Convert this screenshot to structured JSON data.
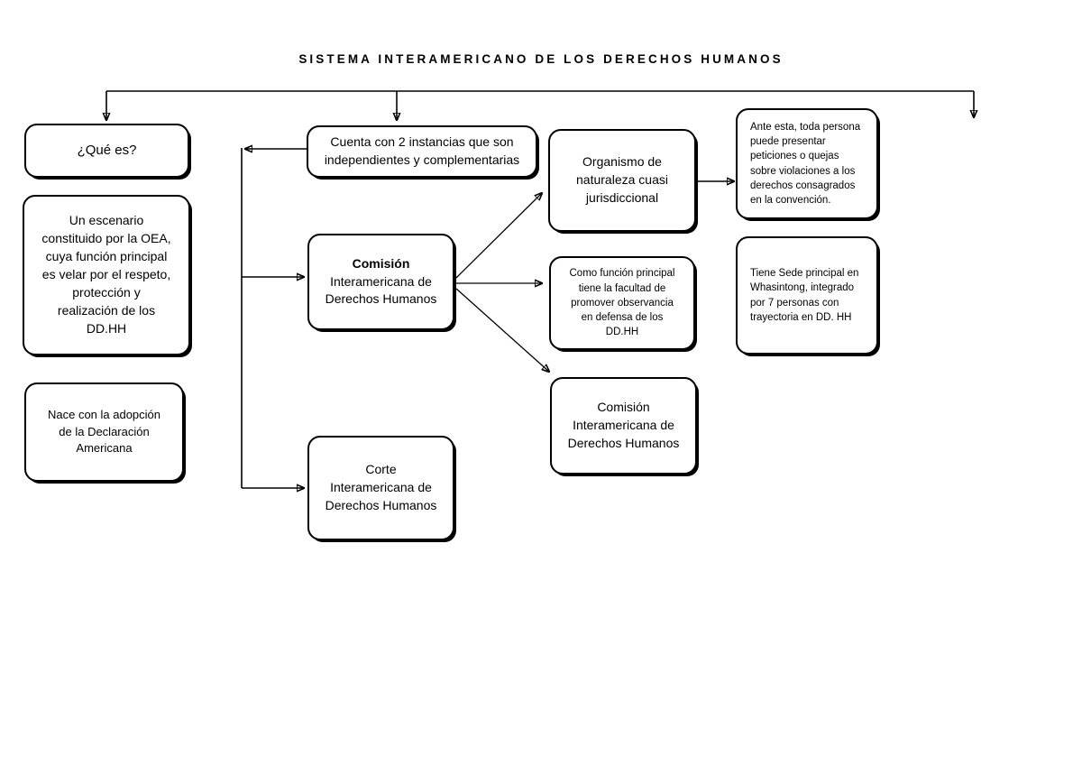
{
  "document": {
    "title": "S I S T E M A   I N T E R A M E R I C A N O   D E   L O S   D E R E C H O S   H U M A N O S",
    "title_plain": "SISTEMA INTERAMERICANO DE LOS DERECHOS HUMANOS"
  },
  "colors": {
    "page_background": "#ffffff",
    "node_fill": "#ffffff",
    "stroke": "#000000",
    "text": "#000000"
  },
  "nodes": {
    "que_es": {
      "text": "¿Qué es?"
    },
    "escenario": {
      "text": "Un escenario\nconstituido por la OEA,\ncuya función principal\nes velar por el respeto,\nprotección y\nrealización de los\nDD.HH"
    },
    "nace": {
      "text": "Nace con la adopción\nde la Declaración\nAmericana"
    },
    "instancias": {
      "text": "Cuenta con 2 instancias que son\nindependientes y complementarias"
    },
    "comision_central": {
      "line1": "Comisión",
      "line2": "Interamericana de\nDerechos Humanos"
    },
    "corte": {
      "line1": "Corte",
      "line2": "Interamericana de\nDerechos Humanos"
    },
    "organismo": {
      "text": "Organismo de\nnaturaleza cuasi\njurisdiccional"
    },
    "funcion_principal": {
      "text": "Como función principal\ntiene la facultad de\npromover observancia\nen defensa de los\nDD.HH"
    },
    "comision_bottom": {
      "line1": "Comisión",
      "line2": "Interamericana de\nDerechos Humanos"
    },
    "ante_esta": {
      "text": "Ante esta, toda persona\npuede presentar\npeticiones o quejas\nsobre violaciones a los\nderechos consagrados\nen la convención."
    },
    "sede": {
      "text": "Tiene Sede principal en\nWhasintong, integrado\npor 7 personas con\ntrayectoria en DD. HH"
    }
  },
  "connectors": [
    {
      "name": "top-bus",
      "from": "title",
      "to": "branches"
    },
    {
      "name": "arrow-to-que-es",
      "target": "que_es"
    },
    {
      "name": "arrow-to-instancias",
      "target": "instancias"
    },
    {
      "name": "arrow-far-right",
      "target": "none"
    },
    {
      "name": "instancias-to-spine",
      "target": "spine"
    },
    {
      "name": "spine-to-comision",
      "target": "comision_central"
    },
    {
      "name": "spine-to-corte",
      "target": "corte"
    },
    {
      "name": "comision-to-organismo",
      "target": "organismo"
    },
    {
      "name": "comision-to-funcion",
      "target": "funcion_principal"
    },
    {
      "name": "comision-to-comision-bottom",
      "target": "comision_bottom"
    },
    {
      "name": "organismo-to-ante-esta",
      "target": "ante_esta"
    }
  ]
}
